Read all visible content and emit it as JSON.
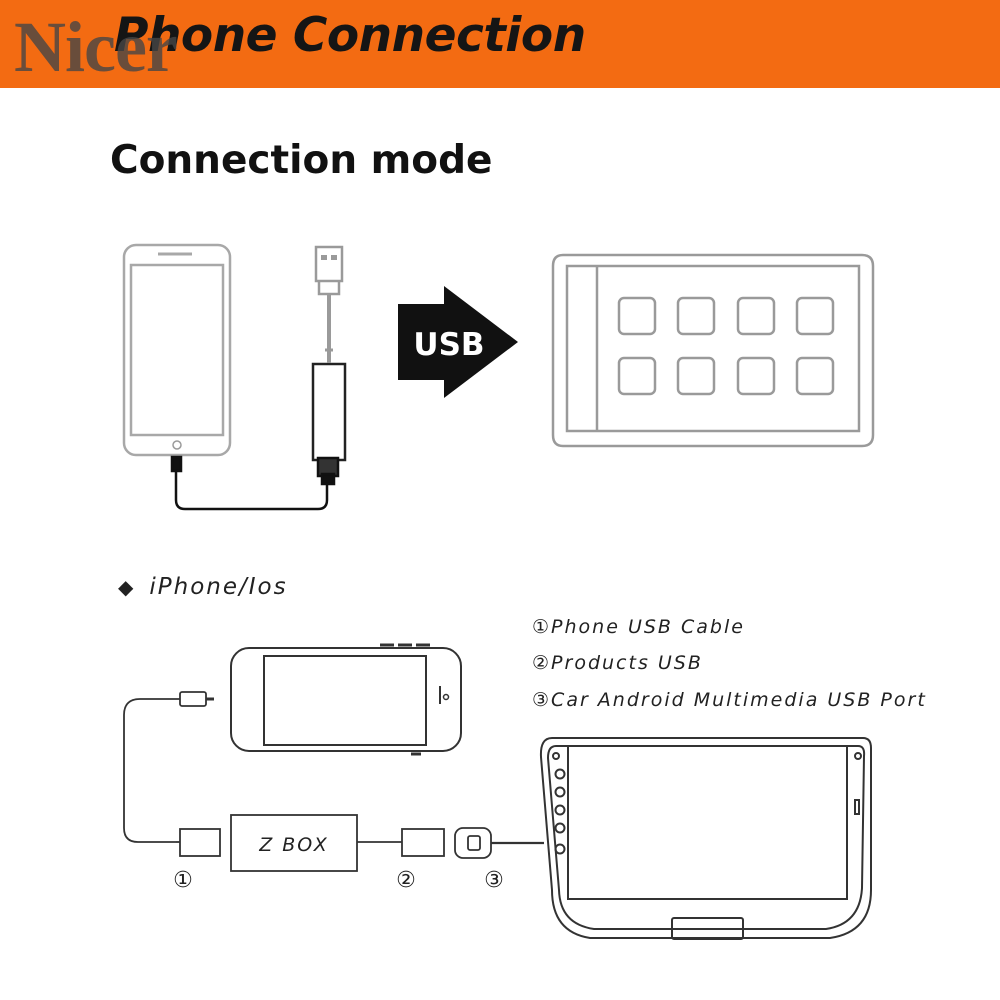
{
  "header": {
    "title": "Phone Connection",
    "watermark": "Nicer",
    "background_color": "#f36b12"
  },
  "section": {
    "title": "Connection mode"
  },
  "top_diagram": {
    "arrow_label": "USB"
  },
  "ios_section": {
    "heading": "iPhone/Ios",
    "legend": [
      {
        "num": "①",
        "text": "Phone USB Cable"
      },
      {
        "num": "②",
        "text": "Products USB"
      },
      {
        "num": "③",
        "text": "Car Android Multimedia USB Port"
      }
    ],
    "box_label": "Z BOX",
    "markers": [
      "①",
      "②",
      "③"
    ]
  }
}
